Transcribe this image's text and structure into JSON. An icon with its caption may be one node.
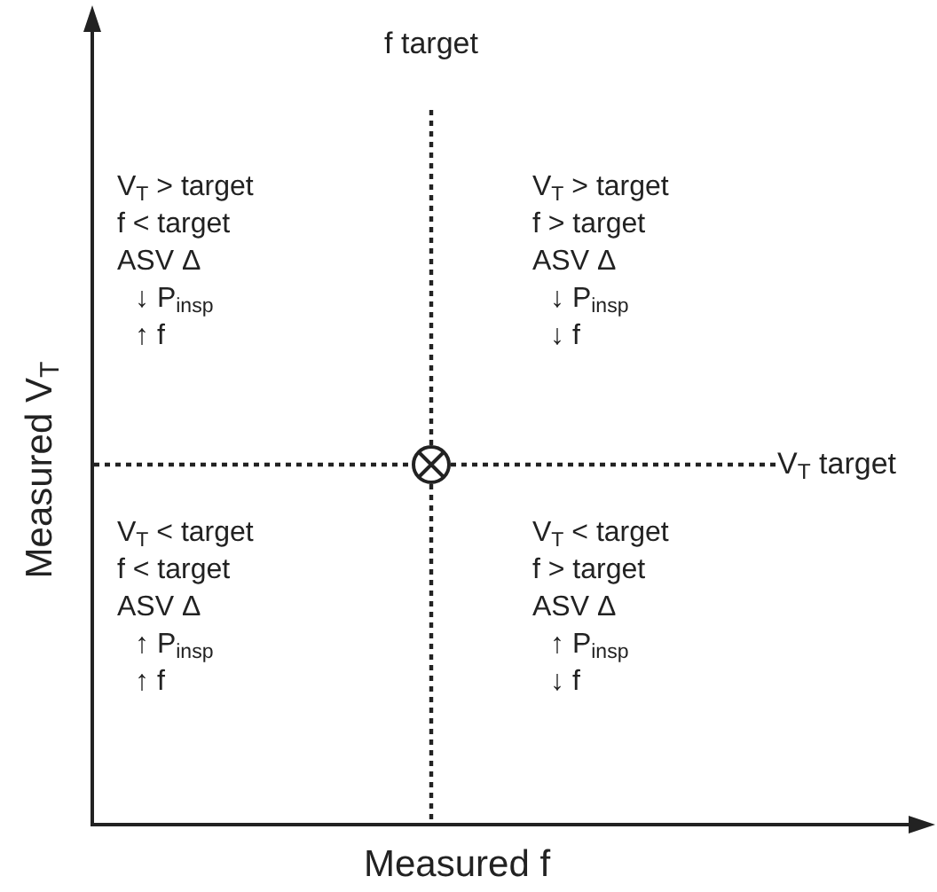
{
  "diagram": {
    "nodes": [
      {
        "text": [
          "f target"
        ]
      },
      {
        "text": [],
        "shape": "circle"
      },
      {
        "text": [
          "V$_{T}$ target"
        ]
      }
    ],
    "edges": [
      {
        "from": 1,
        "to": 0,
        "arrow": "none",
        "style": "dashed"
      },
      {
        "from": 1,
        "to": null,
        "arrow": "none",
        "style": "dashed"
      },
      {
        "from": null,
        "to": 1,
        "arrow": "none",
        "style": "dashed"
      },
      {
        "from": 1,
        "to": 2,
        "arrow": "none",
        "style": "dashed"
      }
    ],
    "labels": [
      "V$_{T}$ > target",
      "f < target",
      "ASV Δ",
      "↓ P$_{insp}$",
      "↑ f",
      "V$_{T}$ > target",
      "f > target",
      "ASV Δ",
      "↓ P$_{insp}$",
      "↓ f",
      "V$_{T}$ < target",
      "f < target",
      "ASV Δ",
      "↑ P$_{insp}$",
      "↑ f",
      "V$_{T}$ < target",
      "f > target",
      "ASV Δ",
      "↑ P$_{insp}$",
      "↓ f",
      "Measured V$_{T}$",
      "Measured f"
    ]
  }
}
